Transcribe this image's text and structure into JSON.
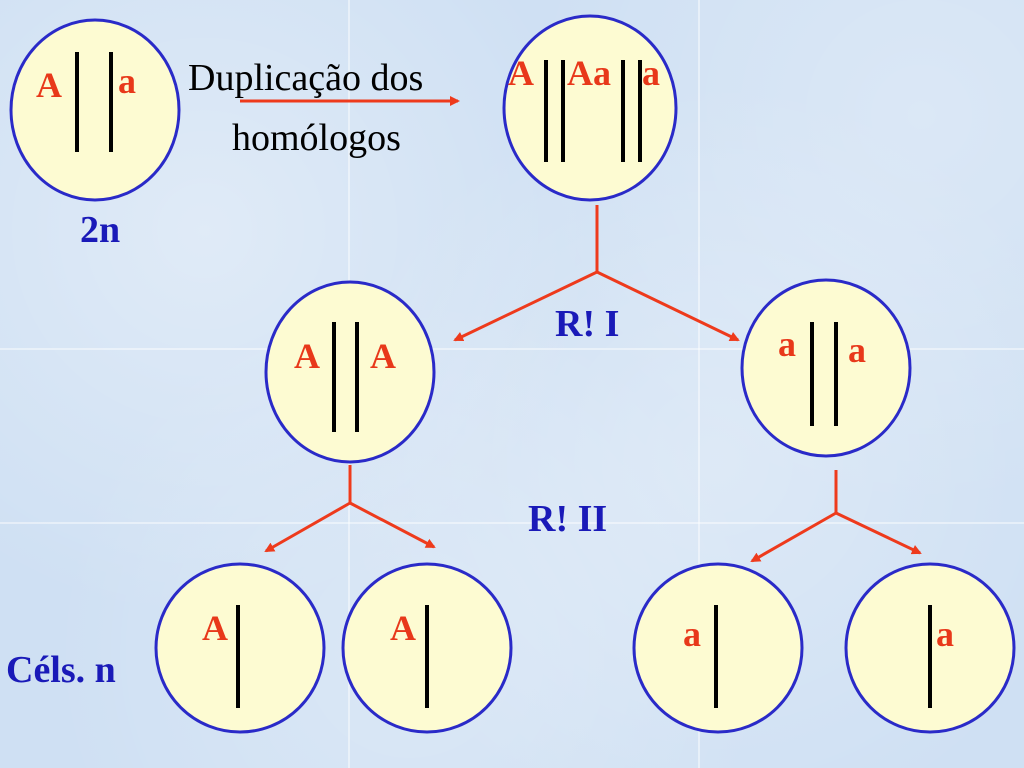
{
  "labels": {
    "duplication_line1": "Duplicação dos",
    "duplication_line2": "homólogos",
    "ploidy_2n": "2n",
    "meiosis_1": "R! I",
    "meiosis_2": "R! II",
    "cells_n": "Céls. n"
  },
  "alleles": {
    "parent_left": "A",
    "parent_right": "a",
    "dup_1": "A",
    "dup_2": "Aa",
    "dup_3": "a",
    "r1_left_1": "A",
    "r1_left_2": "A",
    "r1_right_1": "a",
    "r1_right_2": "a",
    "gamete_1": "A",
    "gamete_2": "A",
    "gamete_3": "a",
    "gamete_4": "a"
  },
  "colors": {
    "cell_fill": "#fdfbd2",
    "cell_stroke": "#2a2ac8",
    "arrow": "#ee3a1c",
    "allele_text": "#e8381a",
    "label_blue": "#1a1ab8",
    "background": "#cfe0f3"
  }
}
